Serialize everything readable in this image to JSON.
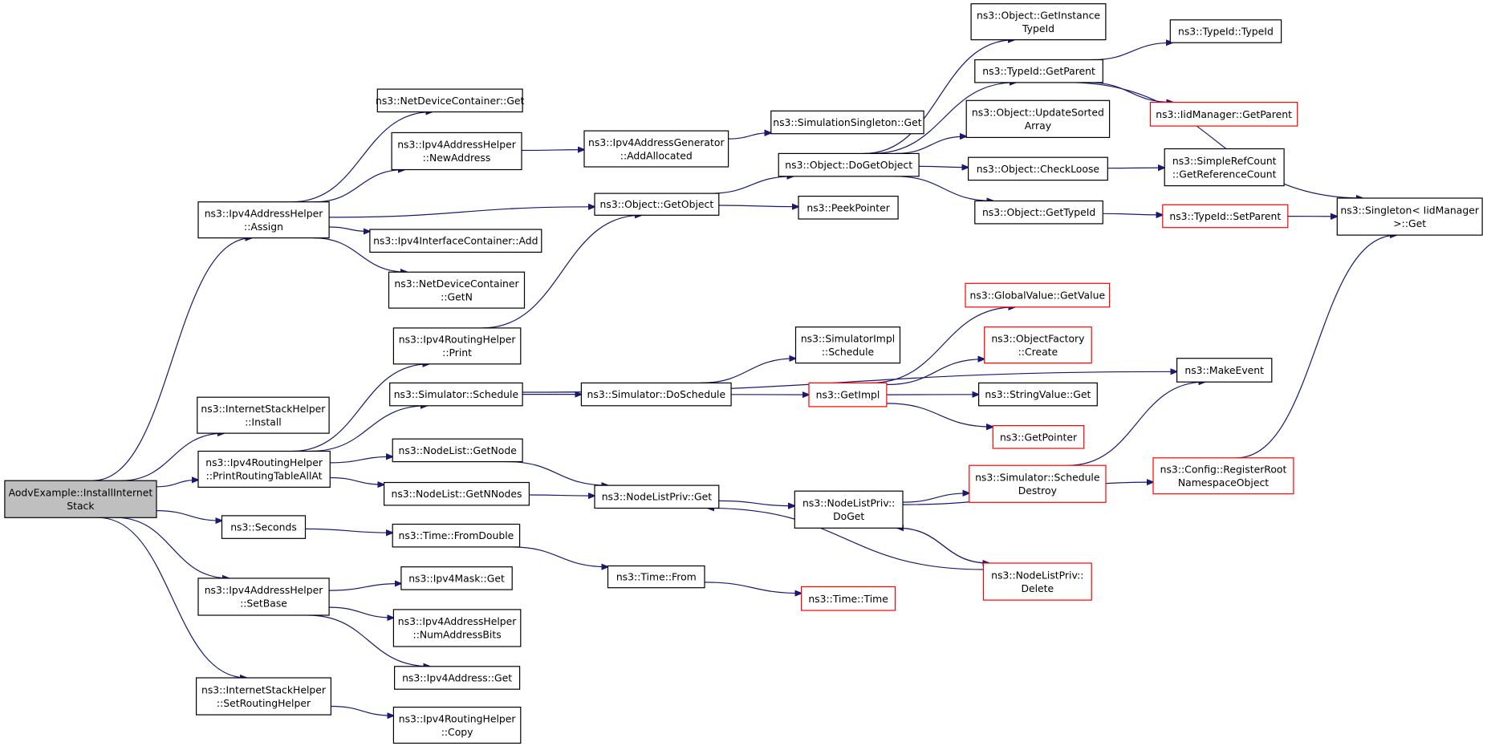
{
  "colors": {
    "edge": "#191970",
    "node_border": "#000000",
    "node_border_incomplete": "#ff0000",
    "root_fill": "#bfbfbf",
    "background": "#ffffff"
  },
  "nodes": [
    {
      "id": "root",
      "lines": [
        "AodvExample::InstallInternet",
        "Stack"
      ],
      "root": true
    },
    {
      "id": "ipv4ah_assign",
      "lines": [
        "ns3::Ipv4AddressHelper",
        "::Assign"
      ]
    },
    {
      "id": "netdevcont_get",
      "lines": [
        "ns3::NetDeviceContainer::Get"
      ]
    },
    {
      "id": "ipv4ah_newaddr",
      "lines": [
        "ns3::Ipv4AddressHelper",
        "::NewAddress"
      ]
    },
    {
      "id": "ipv4ag_addalloc",
      "lines": [
        "ns3::Ipv4AddressGenerator",
        "::AddAllocated"
      ]
    },
    {
      "id": "simsingleton_get",
      "lines": [
        "ns3::SimulationSingleton::Get"
      ]
    },
    {
      "id": "object_getobject",
      "lines": [
        "ns3::Object::GetObject"
      ]
    },
    {
      "id": "object_dogetobject",
      "lines": [
        "ns3::Object::DoGetObject"
      ]
    },
    {
      "id": "peekpointer",
      "lines": [
        "ns3::PeekPointer"
      ]
    },
    {
      "id": "object_getinstancetypeid",
      "lines": [
        "ns3::Object::GetInstance",
        "TypeId"
      ]
    },
    {
      "id": "typeid_getparent",
      "lines": [
        "ns3::TypeId::GetParent"
      ]
    },
    {
      "id": "typeid_typeid",
      "lines": [
        "ns3::TypeId::TypeId"
      ]
    },
    {
      "id": "iidmanager_getparent",
      "lines": [
        "ns3::IidManager::GetParent"
      ],
      "incomplete": true
    },
    {
      "id": "object_updatesorted",
      "lines": [
        "ns3::Object::UpdateSorted",
        "Array"
      ]
    },
    {
      "id": "object_checkloose",
      "lines": [
        "ns3::Object::CheckLoose"
      ]
    },
    {
      "id": "simplerefcount",
      "lines": [
        "ns3::SimpleRefCount",
        "::GetReferenceCount"
      ]
    },
    {
      "id": "object_gettypeid",
      "lines": [
        "ns3::Object::GetTypeId"
      ]
    },
    {
      "id": "typeid_setparent",
      "lines": [
        "ns3::TypeId::SetParent"
      ],
      "incomplete": true
    },
    {
      "id": "singleton_get",
      "lines": [
        "ns3::Singleton< IidManager",
        ">::Get"
      ]
    },
    {
      "id": "ipv4ic_add",
      "lines": [
        "ns3::Ipv4InterfaceContainer::Add"
      ]
    },
    {
      "id": "netdevcont_getn",
      "lines": [
        "ns3::NetDeviceContainer",
        "::GetN"
      ]
    },
    {
      "id": "ipv4rh_print",
      "lines": [
        "ns3::Ipv4RoutingHelper",
        "::Print"
      ]
    },
    {
      "id": "globalvalue_getvalue",
      "lines": [
        "ns3::GlobalValue::GetValue"
      ],
      "incomplete": true
    },
    {
      "id": "simimpl_schedule",
      "lines": [
        "ns3::SimulatorImpl",
        "::Schedule"
      ]
    },
    {
      "id": "objectfactory_create",
      "lines": [
        "ns3::ObjectFactory",
        "::Create"
      ],
      "incomplete": true
    },
    {
      "id": "makeevent",
      "lines": [
        "ns3::MakeEvent"
      ]
    },
    {
      "id": "ish_install",
      "lines": [
        "ns3::InternetStackHelper",
        "::Install"
      ]
    },
    {
      "id": "simulator_schedule",
      "lines": [
        "ns3::Simulator::Schedule"
      ]
    },
    {
      "id": "simulator_doschedule",
      "lines": [
        "ns3::Simulator::DoSchedule"
      ]
    },
    {
      "id": "getimpl",
      "lines": [
        "ns3::GetImpl"
      ],
      "incomplete": true
    },
    {
      "id": "stringvalue_get",
      "lines": [
        "ns3::StringValue::Get"
      ]
    },
    {
      "id": "getpointer",
      "lines": [
        "ns3::GetPointer"
      ],
      "incomplete": true
    },
    {
      "id": "ipv4rh_printrt",
      "lines": [
        "ns3::Ipv4RoutingHelper",
        "::PrintRoutingTableAllAt"
      ]
    },
    {
      "id": "nodelist_getnode",
      "lines": [
        "ns3::NodeList::GetNode"
      ]
    },
    {
      "id": "nodelist_getnnodes",
      "lines": [
        "ns3::NodeList::GetNNodes"
      ]
    },
    {
      "id": "nodelistpriv_get",
      "lines": [
        "ns3::NodeListPriv::Get"
      ]
    },
    {
      "id": "nodelistpriv_doget",
      "lines": [
        "ns3::NodeListPriv::",
        "DoGet"
      ]
    },
    {
      "id": "sim_scheduledestroy",
      "lines": [
        "ns3::Simulator::Schedule",
        "Destroy"
      ],
      "incomplete": true
    },
    {
      "id": "config_registerroot",
      "lines": [
        "ns3::Config::RegisterRoot",
        "NamespaceObject"
      ],
      "incomplete": true
    },
    {
      "id": "seconds",
      "lines": [
        "ns3::Seconds"
      ]
    },
    {
      "id": "time_fromdouble",
      "lines": [
        "ns3::Time::FromDouble"
      ]
    },
    {
      "id": "time_from",
      "lines": [
        "ns3::Time::From"
      ]
    },
    {
      "id": "time_time",
      "lines": [
        "ns3::Time::Time"
      ],
      "incomplete": true
    },
    {
      "id": "nodelistpriv_delete",
      "lines": [
        "ns3::NodeListPriv::",
        "Delete"
      ],
      "incomplete": true
    },
    {
      "id": "ipv4ah_setbase",
      "lines": [
        "ns3::Ipv4AddressHelper",
        "::SetBase"
      ]
    },
    {
      "id": "ipv4mask_get",
      "lines": [
        "ns3::Ipv4Mask::Get"
      ]
    },
    {
      "id": "ipv4ah_numaddrbits",
      "lines": [
        "ns3::Ipv4AddressHelper",
        "::NumAddressBits"
      ]
    },
    {
      "id": "ipv4address_get",
      "lines": [
        "ns3::Ipv4Address::Get"
      ]
    },
    {
      "id": "ish_setroutinghelper",
      "lines": [
        "ns3::InternetStackHelper",
        "::SetRoutingHelper"
      ]
    },
    {
      "id": "ipv4rh_copy",
      "lines": [
        "ns3::Ipv4RoutingHelper",
        "::Copy"
      ]
    }
  ],
  "edges": [
    [
      "root",
      "ipv4ah_assign"
    ],
    [
      "root",
      "ish_install"
    ],
    [
      "root",
      "ipv4rh_printrt"
    ],
    [
      "root",
      "seconds"
    ],
    [
      "root",
      "ipv4ah_setbase"
    ],
    [
      "root",
      "ish_setroutinghelper"
    ],
    [
      "ipv4ah_assign",
      "netdevcont_get"
    ],
    [
      "ipv4ah_assign",
      "ipv4ah_newaddr"
    ],
    [
      "ipv4ah_assign",
      "object_getobject"
    ],
    [
      "ipv4ah_assign",
      "ipv4ic_add"
    ],
    [
      "ipv4ah_assign",
      "netdevcont_getn"
    ],
    [
      "ipv4ah_newaddr",
      "ipv4ag_addalloc"
    ],
    [
      "ipv4ag_addalloc",
      "simsingleton_get"
    ],
    [
      "object_getobject",
      "object_dogetobject"
    ],
    [
      "object_getobject",
      "peekpointer"
    ],
    [
      "object_dogetobject",
      "object_getinstancetypeid"
    ],
    [
      "object_dogetobject",
      "typeid_getparent"
    ],
    [
      "object_dogetobject",
      "object_updatesorted"
    ],
    [
      "object_dogetobject",
      "object_checkloose"
    ],
    [
      "object_dogetobject",
      "object_gettypeid"
    ],
    [
      "typeid_getparent",
      "typeid_typeid"
    ],
    [
      "typeid_getparent",
      "iidmanager_getparent"
    ],
    [
      "typeid_getparent",
      "singleton_get"
    ],
    [
      "object_checkloose",
      "simplerefcount"
    ],
    [
      "object_gettypeid",
      "typeid_setparent"
    ],
    [
      "typeid_setparent",
      "singleton_get"
    ],
    [
      "ipv4rh_printrt",
      "ipv4rh_print"
    ],
    [
      "ipv4rh_printrt",
      "simulator_schedule"
    ],
    [
      "ipv4rh_printrt",
      "nodelist_getnode"
    ],
    [
      "ipv4rh_printrt",
      "nodelist_getnnodes"
    ],
    [
      "ipv4rh_print",
      "object_getobject"
    ],
    [
      "simulator_schedule",
      "makeevent"
    ],
    [
      "simulator_schedule",
      "simulator_doschedule"
    ],
    [
      "simulator_doschedule",
      "simimpl_schedule"
    ],
    [
      "simulator_doschedule",
      "getimpl"
    ],
    [
      "getimpl",
      "globalvalue_getvalue"
    ],
    [
      "getimpl",
      "objectfactory_create"
    ],
    [
      "getimpl",
      "stringvalue_get"
    ],
    [
      "getimpl",
      "getpointer"
    ],
    [
      "nodelist_getnode",
      "nodelistpriv_get"
    ],
    [
      "nodelist_getnnodes",
      "nodelistpriv_get"
    ],
    [
      "nodelistpriv_get",
      "nodelistpriv_doget"
    ],
    [
      "nodelistpriv_doget",
      "sim_scheduledestroy"
    ],
    [
      "nodelistpriv_doget",
      "config_registerroot"
    ],
    [
      "nodelistpriv_doget",
      "nodelistpriv_delete"
    ],
    [
      "nodelistpriv_delete",
      "nodelistpriv_get"
    ],
    [
      "nodelistpriv_delete",
      "nodelistpriv_doget"
    ],
    [
      "sim_scheduledestroy",
      "makeevent"
    ],
    [
      "config_registerroot",
      "singleton_get"
    ],
    [
      "seconds",
      "time_fromdouble"
    ],
    [
      "time_fromdouble",
      "time_from"
    ],
    [
      "time_from",
      "time_time"
    ],
    [
      "ipv4ah_setbase",
      "ipv4mask_get"
    ],
    [
      "ipv4ah_setbase",
      "ipv4ah_numaddrbits"
    ],
    [
      "ipv4ah_setbase",
      "ipv4address_get"
    ],
    [
      "ish_setroutinghelper",
      "ipv4rh_copy"
    ]
  ]
}
